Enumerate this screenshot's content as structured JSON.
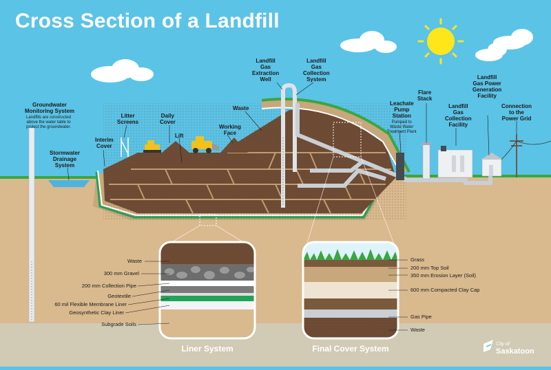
{
  "title": "Cross Section of a Landfill",
  "labels": {
    "groundwater_title": "Groundwater\nMonitoring System",
    "groundwater_note": "Landfills are constructed\nabove the water table to\nprotect the groundwater.",
    "stormwater": "Stormwater\nDrainage\nSystem",
    "interim_cover": "Interim\nCover",
    "litter_screens": "Litter\nScreens",
    "daily_cover": "Daily\nCover",
    "lift": "Lift",
    "working_face": "Working\nFace",
    "waste": "Waste",
    "gas_extraction_well": "Landfill\nGas\nExtraction\nWell",
    "gas_collection_system": "Landfill\nGas\nCollection\nSystem",
    "leachate_station": "Leachate\nPump\nStation",
    "leachate_note": "Pumped to\nWaste Water\nTreatment Plant",
    "flare_stack": "Flare\nStack",
    "gas_collection_facility": "Landfill\nGas\nCollection\nFacility",
    "power_facility": "Landfill\nGas Power\nGeneration\nFacility",
    "power_grid": "Connection\nto the\nPower Grid"
  },
  "liner_system": {
    "caption": "Liner System",
    "layers": [
      "Waste",
      "300 mm  Gravel",
      "200 mm  Collection Pipe",
      "Geotextile",
      "60 mil Flexible Membrane Liner",
      "Geosynthetic Clay Liner",
      "Subgrade Soils"
    ]
  },
  "cover_system": {
    "caption": "Final Cover System",
    "layers": [
      "Grass",
      "200 mm Top Soil",
      "350 mm Erosion Layer (Soil)",
      "600 mm Compacted Clay Cap",
      "Gas Pipe",
      "Waste"
    ]
  },
  "brand": {
    "prefix": "City of",
    "name": "Saskatoon"
  },
  "colors": {
    "sky": "#5bc3e6",
    "soil": "#d9b98e",
    "waste": "#6e4b34",
    "clay": "#c7a77b",
    "liner_green": "#21a35a",
    "grass": "#3aa640",
    "sun": "#ffe61a",
    "pipe": "#c9cfd4"
  }
}
